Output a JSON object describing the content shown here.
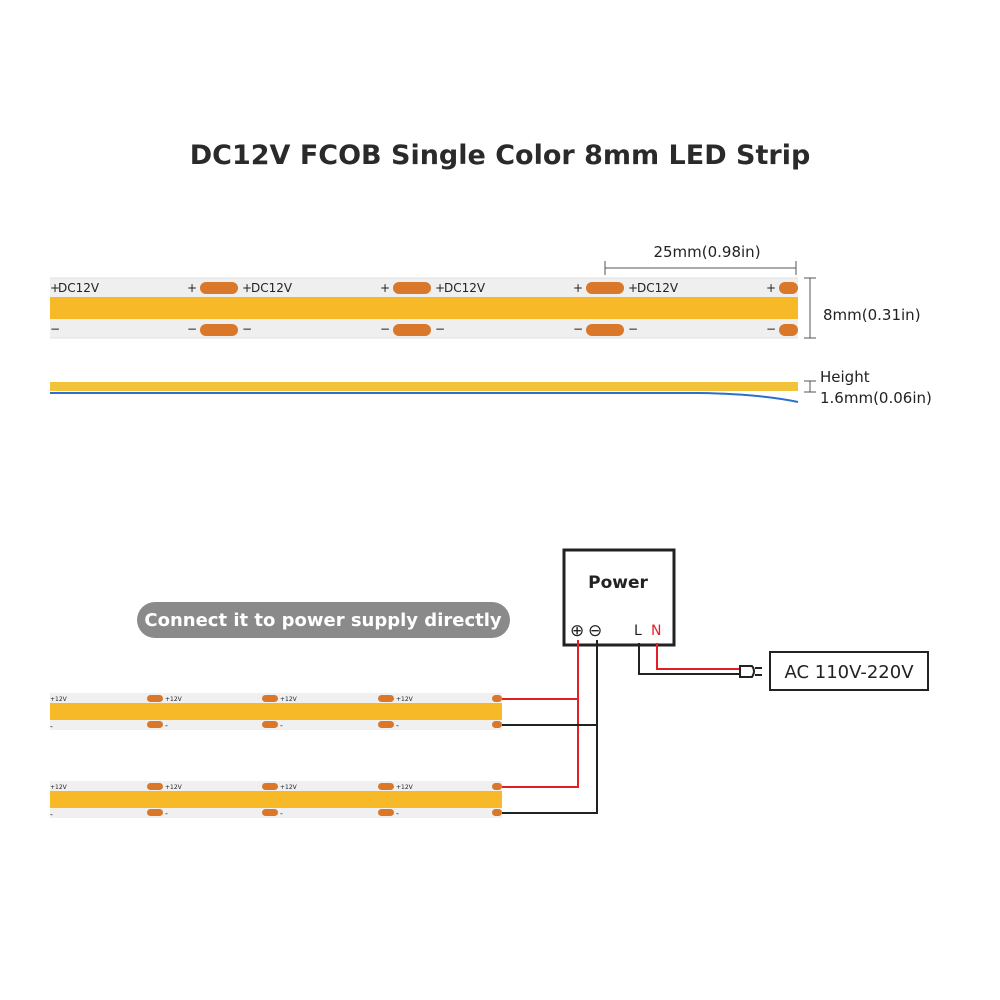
{
  "title": "DC12V FCOB Single Color 8mm LED Strip",
  "dimensions": {
    "pitch": "25mm(0.98in)",
    "width": "8mm(0.31in)",
    "height_label": "Height",
    "height_value": "1.6mm(0.06in)"
  },
  "strip_labels": {
    "plus_dc12v": "DC12V",
    "plus": "+",
    "minus": "−",
    "small_plus12": "+12V",
    "small_minus": "-"
  },
  "wiring": {
    "note": "Connect it to power supply directly",
    "power_label": "Power",
    "terminal_plus": "⊕",
    "terminal_minus": "⊖",
    "terminal_L": "L",
    "terminal_N": "N",
    "ac_label": "AC 110V-220V"
  },
  "colors": {
    "strip_yellow": "#f7b928",
    "pad_orange": "#d9782a",
    "strip_base": "#efefef",
    "wire_red": "#e21f26",
    "wire_black": "#222222",
    "edge_blue": "#2a6fcf",
    "pill_gray": "#8a8a8a"
  }
}
